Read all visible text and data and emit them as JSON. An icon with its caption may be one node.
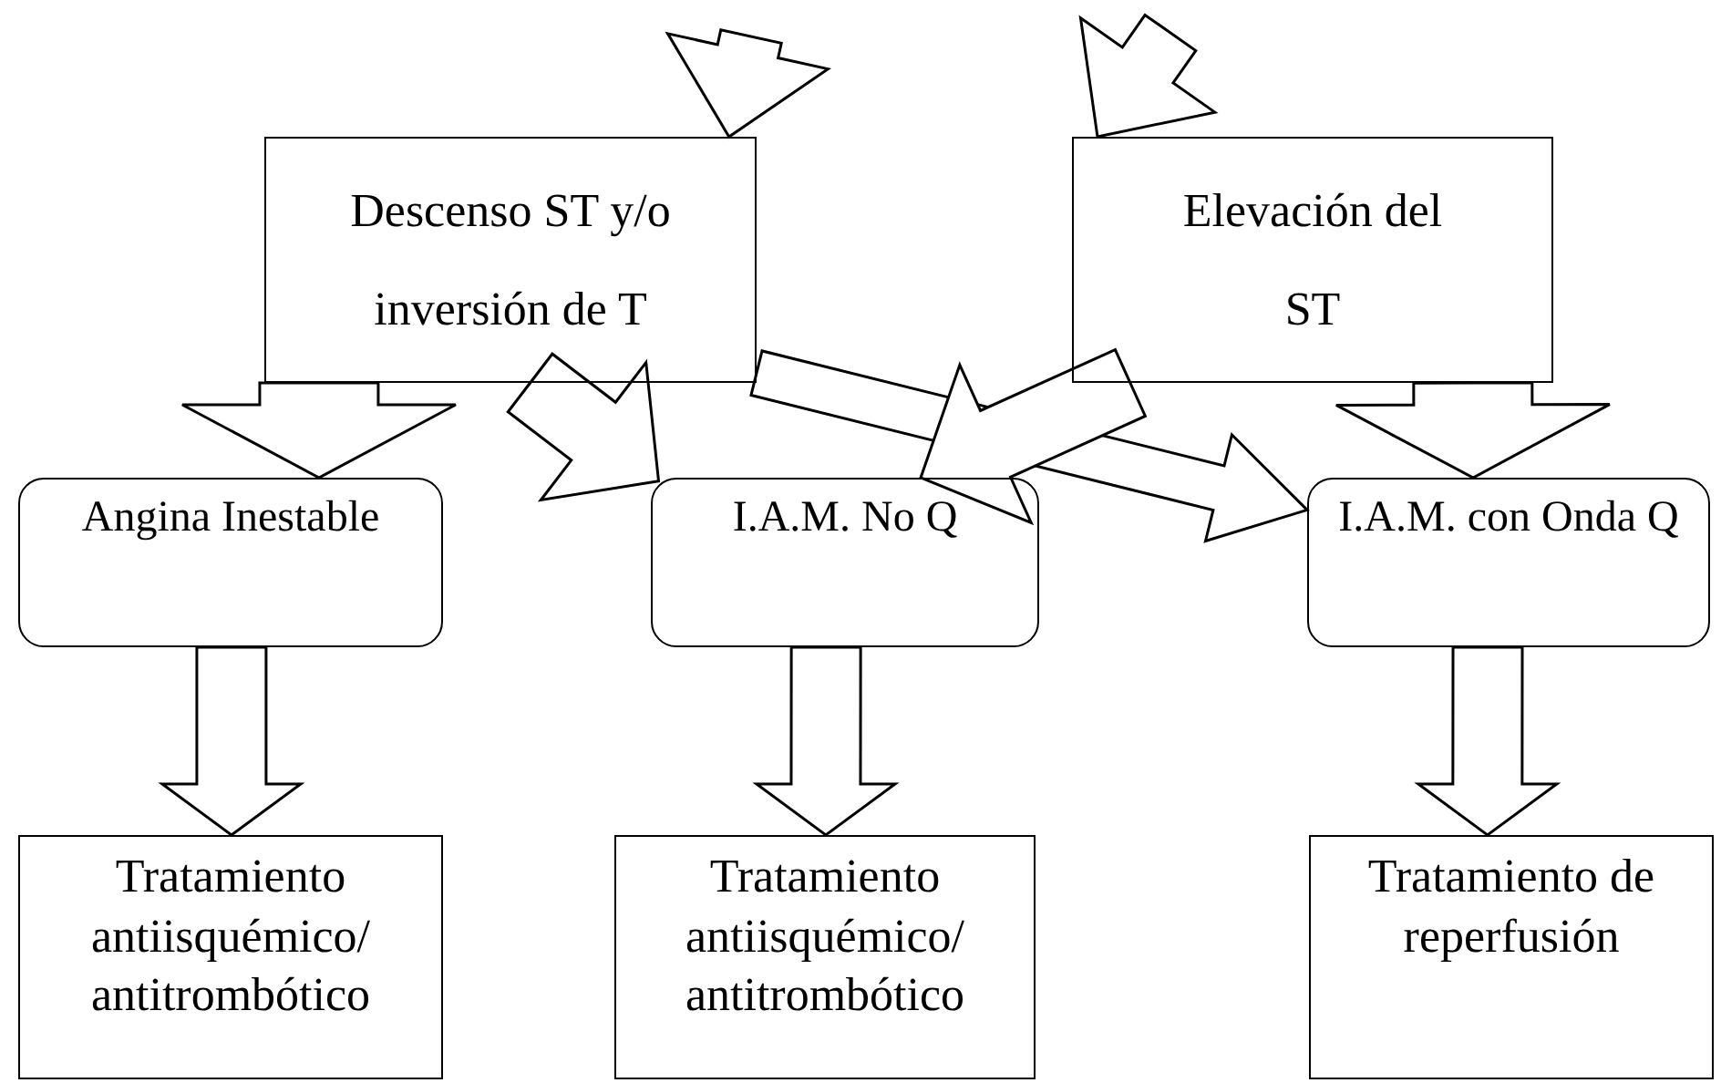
{
  "diagram": {
    "nodes": [
      {
        "text": [
          "Descenso ST y/o inversión de T"
        ]
      },
      {
        "text": [
          "Elevación del ST"
        ]
      },
      {
        "text": [
          "Angina Inestable"
        ]
      },
      {
        "text": [
          "I.A.M. No Q"
        ]
      },
      {
        "text": [
          "I.A.M. con Onda Q"
        ]
      },
      {
        "text": [
          "Tratamiento antiisquémico/ antitrombótico"
        ]
      },
      {
        "text": [
          "Tratamiento antiisquémico/ antitrombótico"
        ]
      },
      {
        "text": [
          "Tratamiento de reperfusión"
        ]
      }
    ],
    "edges": [
      {
        "from": null,
        "to": 0,
        "arrow": "to"
      },
      {
        "from": null,
        "to": 1,
        "arrow": "to"
      },
      {
        "from": 0,
        "to": 2,
        "arrow": "to"
      },
      {
        "from": 0,
        "to": 3,
        "arrow": "to"
      },
      {
        "from": 0,
        "to": 4,
        "arrow": "to"
      },
      {
        "from": 1,
        "to": 3,
        "arrow": "to"
      },
      {
        "from": 1,
        "to": 4,
        "arrow": "to"
      },
      {
        "from": 2,
        "to": 5,
        "arrow": "to"
      },
      {
        "from": 3,
        "to": 6,
        "arrow": "to"
      },
      {
        "from": 4,
        "to": 7,
        "arrow": "to"
      }
    ]
  }
}
